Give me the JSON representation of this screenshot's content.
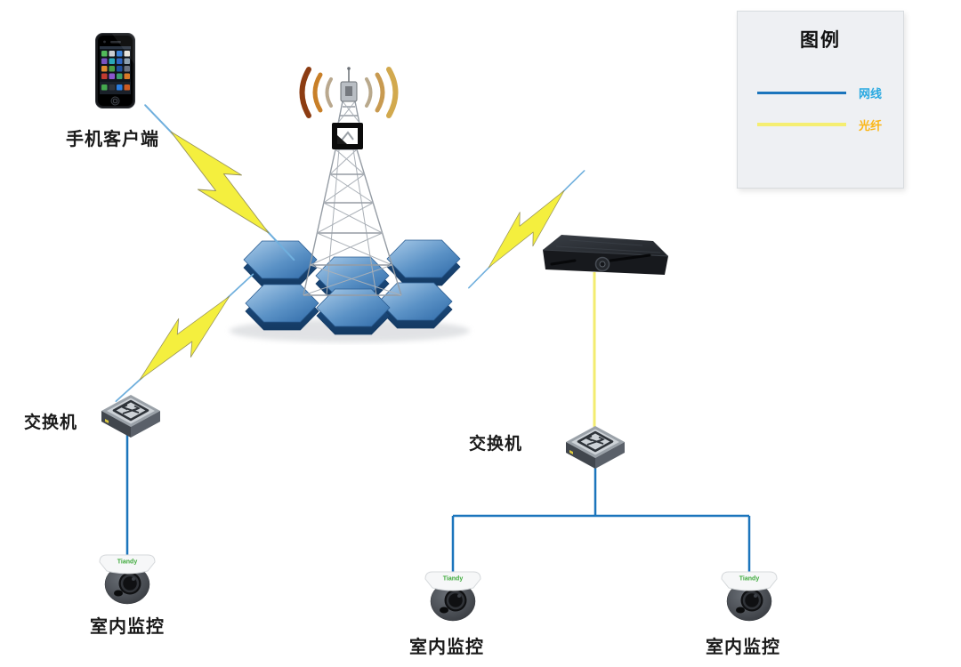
{
  "legend": {
    "title": "图例",
    "items": [
      {
        "label": "网线",
        "line_color": "#1b75bc",
        "label_color": "#29a9e1"
      },
      {
        "label": "光纤",
        "line_color": "#f5ee71",
        "label_color": "#fbb616"
      }
    ]
  },
  "nodes": {
    "phone_label": "手机客户端",
    "switch_left_label": "交换机",
    "switch_right_label": "交换机",
    "camera_left_label": "室内监控",
    "camera_mid_label": "室内监控",
    "camera_right_label": "室内监控",
    "camera_brand": "Tiandy"
  },
  "connections": [
    {
      "from": "phone",
      "to": "tower",
      "type": "wireless"
    },
    {
      "from": "tower",
      "to": "switch_left",
      "type": "wireless"
    },
    {
      "from": "tower",
      "to": "nvr",
      "type": "wireless"
    },
    {
      "from": "nvr",
      "to": "switch_right",
      "type": "fiber"
    },
    {
      "from": "switch_left",
      "to": "camera_left",
      "type": "ethernet"
    },
    {
      "from": "switch_right",
      "to": "camera_mid",
      "type": "ethernet"
    },
    {
      "from": "switch_right",
      "to": "camera_right",
      "type": "ethernet"
    }
  ]
}
